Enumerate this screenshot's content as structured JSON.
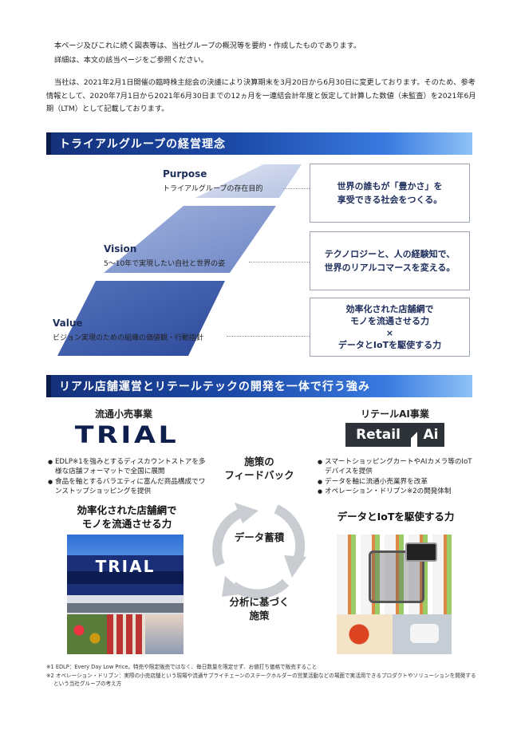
{
  "intro": {
    "line1": "本ページ及びこれに続く図表等は、当社グループの概況等を要約・作成したものであります。",
    "line2": "詳細は、本文の該当ページをご参照ください。",
    "para": "当社は、2021年2月1日開催の臨時株主総会の決議により決算期末を3月20日から6月30日に変更しております。そのため、参考情報として、2020年7月1日から2021年6月30日までの12ヵ月を一連結会計年度と仮定して計算した数値（未監査）を2021年6月期（LTM）として記載しております。"
  },
  "section1": {
    "title": "トライアルグループの経営理念",
    "purpose": {
      "en": "Purpose",
      "jp": "トライアルグループの存在目的",
      "box": [
        "世界の誰もが「豊かさ」を",
        "享受できる社会をつくる。"
      ]
    },
    "vision": {
      "en": "Vision",
      "jp": "5～10年で実現したい自社と世界の姿",
      "box": [
        "テクノロジーと、人の経験知で、",
        "世界のリアルコマースを変える。"
      ]
    },
    "value": {
      "en": "Value",
      "jp": "ビジョン実現のための組織の価値観・行動指針",
      "box": [
        "効率化された店舗網で",
        "モノを流通させる力",
        "×",
        "データとIoTを駆使する力"
      ]
    }
  },
  "section2": {
    "title": "リアル店舗運営とリテールテックの開発を一体で行う強み",
    "left": {
      "segment": "流通小売事業",
      "logo": "TRIAL",
      "bullets": [
        "EDLP※1を強みとするディスカウントストアを多様な店舗フォーマットで全国に展開",
        "食品を軸とするバラエティに富んだ商品構成でワンストップショッピングを提供"
      ],
      "headline": [
        "効率化された店舗網で",
        "モノを流通させる力"
      ],
      "store_sign": "TRIAL"
    },
    "right": {
      "segment": "リテールAI事業",
      "logo_a": "Retail",
      "logo_b": "Ai",
      "bullets": [
        "スマートショッピングカートやAIカメラ等のIoTデバイスを提供",
        "データを軸に流通小売業界を改革",
        "オペレーション・ドリブン※2の開発体制"
      ],
      "headline": "データとIoTを駆使する力"
    },
    "cycle": {
      "top": [
        "施策の",
        "フィードバック"
      ],
      "center": "データ蓄積",
      "bottom": [
        "分析に基づく",
        "施策"
      ]
    }
  },
  "footnotes": [
    "※1 EDLP：Every Day Low Price。特売や限定販売ではなく、毎日数量を限定せず、お値打ち価格で販売すること",
    "※2 オペレーション・ドリブン：実際の小売店舗という現場や流通サプライチェーンのステークホルダーの営業活動などの場面で実活用できるプロダクトやソリューションを開発するという当社グループの考え方"
  ],
  "colors": {
    "navy": "#1d2d5c",
    "band_start": "#14307a",
    "band_end": "#8fc2f7",
    "pyramid_light": "#c9d2ea",
    "pyramid_dark": "#2c4a9a"
  }
}
